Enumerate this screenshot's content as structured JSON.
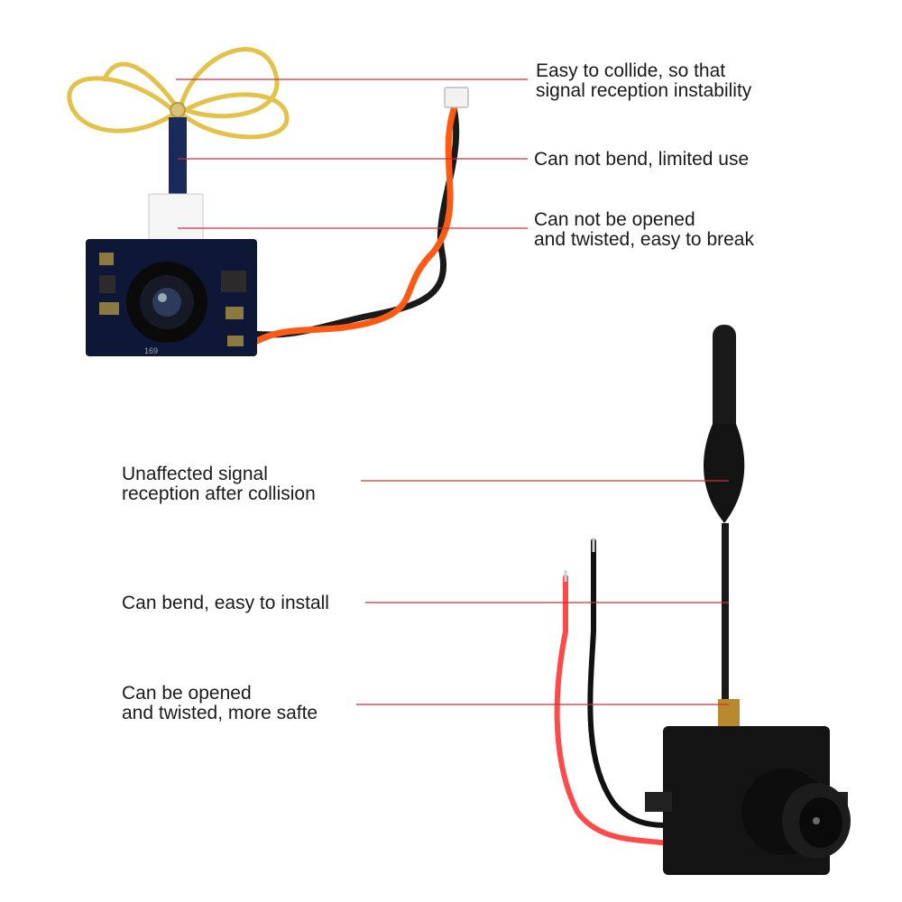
{
  "colors": {
    "callout_line": "#c8323a",
    "text": "#1a1a1a",
    "board": "#0e1836",
    "antenna_gold": "#e3c24a",
    "camera_body": "#111111",
    "wire_orange": "#ff5a14",
    "wire_red": "#ff4a4a"
  },
  "top_product": {
    "callouts": [
      {
        "line1": "Easy to collide, so that",
        "line2": "signal reception instability"
      },
      {
        "line1": "Can not bend, limited use",
        "line2": ""
      },
      {
        "line1": "Can not be opened",
        "line2": "and twisted, easy to break"
      }
    ],
    "board_marking": "169"
  },
  "bottom_product": {
    "callouts": [
      {
        "line1": "Unaffected signal",
        "line2": "reception after collision"
      },
      {
        "line1": "Can bend, easy to install",
        "line2": ""
      },
      {
        "line1": "Can be opened",
        "line2": "and twisted, more safte"
      }
    ]
  }
}
